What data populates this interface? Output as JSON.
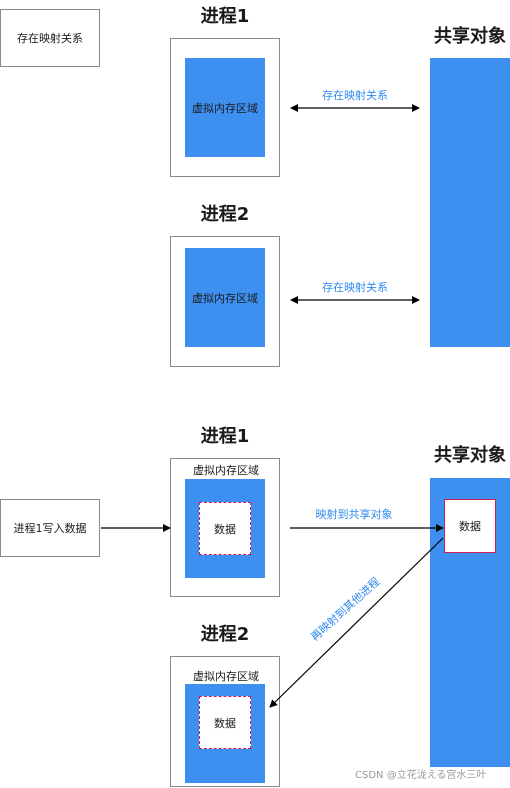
{
  "colors": {
    "blue": "#3d8ff0",
    "label_blue": "#2f89f1",
    "dashed_red": "#d01c5a"
  },
  "top": {
    "legend": "存在映射关系",
    "process1_title": "进程1",
    "process2_title": "进程2",
    "shared_title": "共享对象",
    "virtual_area": "虚拟内存区域",
    "link_label": "存在映射关系"
  },
  "bottom": {
    "input": "进程1写入数据",
    "process1_title": "进程1",
    "process2_title": "进程2",
    "shared_title": "共享对象",
    "virtual_area": "虚拟内存区域",
    "data": "数据",
    "map_to_shared": "映射到共享对象",
    "remap_other": "再映射到其他进程"
  },
  "watermark": "CSDN @立花泷える宫水三叶"
}
